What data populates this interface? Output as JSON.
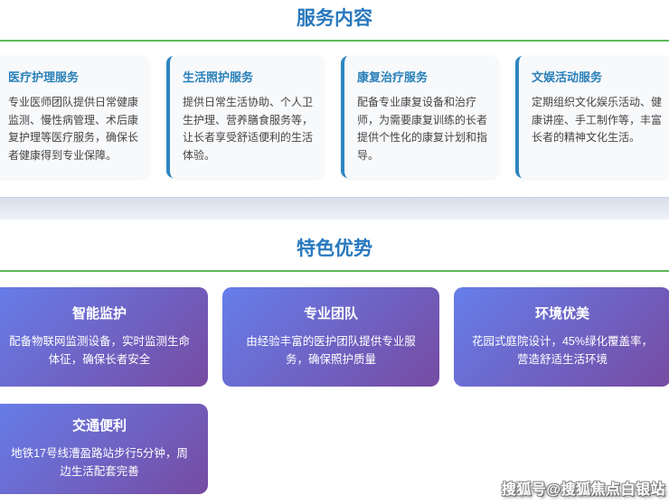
{
  "colors": {
    "section_title_blue": "#2878be",
    "green_divider": "#5cb85c",
    "service_card_border_blue": "#2e86c1",
    "service_card_bg": "#f8f9fb",
    "service_title_blue": "#2980b9",
    "body_text": "#444444",
    "gradient_start": "#667eea",
    "gradient_end": "#764ba2",
    "band_top": "#d8deea",
    "band_bottom": "#eef1f7"
  },
  "sections": {
    "services": {
      "title": "服务内容",
      "cards": [
        {
          "title": "医疗护理服务",
          "body": "专业医师团队提供日常健康监测、慢性病管理、术后康复护理等医疗服务，确保长者健康得到专业保障。"
        },
        {
          "title": "生活照护服务",
          "body": "提供日常生活协助、个人卫生护理、营养膳食服务等，让长者享受舒适便利的生活体验。"
        },
        {
          "title": "康复治疗服务",
          "body": "配备专业康复设备和治疗师，为需要康复训练的长者提供个性化的康复计划和指导。"
        },
        {
          "title": "文娱活动服务",
          "body": "定期组织文化娱乐活动、健康讲座、手工制作等，丰富长者的精神文化生活。"
        }
      ]
    },
    "advantages": {
      "title": "特色优势",
      "cards": [
        {
          "title": "智能监护",
          "body": "配备物联网监测设备，实时监测生命体征，确保长者安全"
        },
        {
          "title": "专业团队",
          "body": "由经验丰富的医护团队提供专业服务，确保照护质量"
        },
        {
          "title": "环境优美",
          "body": "花园式庭院设计，45%绿化覆盖率，营造舒适生活环境"
        },
        {
          "title": "交通便利",
          "body": "地铁17号线漕盈路站步行5分钟，周边生活配套完善"
        }
      ]
    }
  },
  "watermark": {
    "text": "搜狐号@搜狐焦点白银站"
  }
}
